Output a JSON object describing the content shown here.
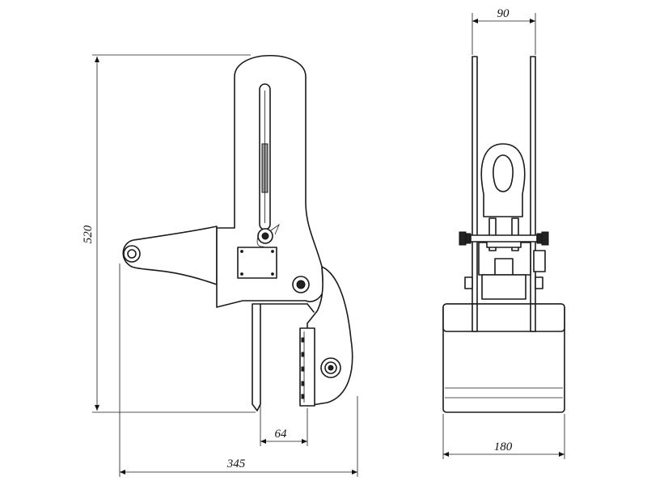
{
  "drawing": {
    "dimensions": {
      "height": "520",
      "width": "345",
      "jaw_opening": "64",
      "top_width": "90",
      "body_width": "180"
    }
  }
}
